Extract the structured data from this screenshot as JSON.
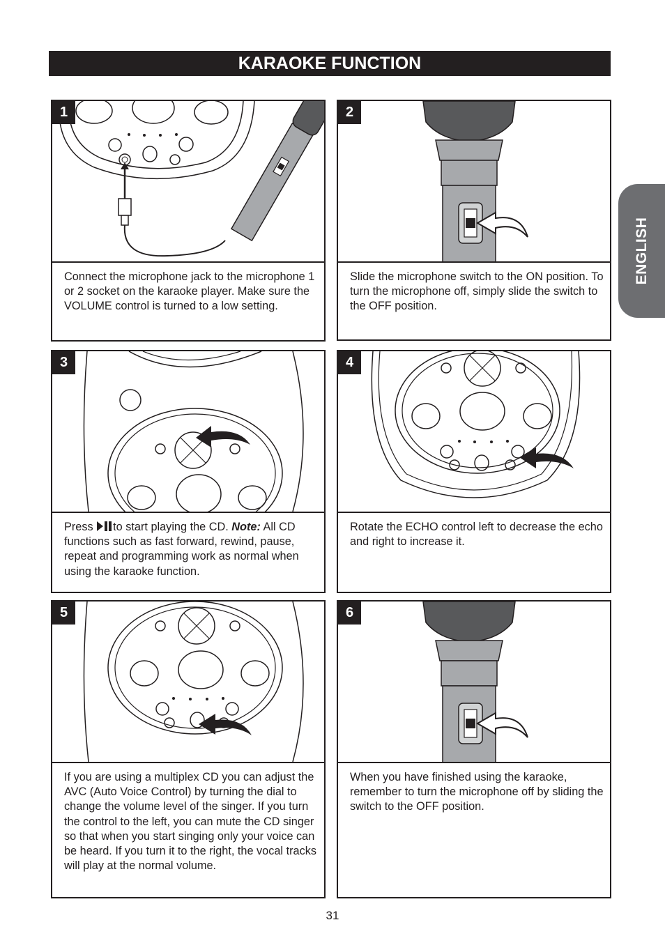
{
  "header": {
    "title": "KARAOKE FUNCTION"
  },
  "side_tab": {
    "label": "ENGLISH"
  },
  "steps": [
    {
      "number": "1",
      "text": "Connect the microphone jack to the microphone 1 or 2 socket on the karaoke player. Make sure the VOLUME control is turned to a low setting."
    },
    {
      "number": "2",
      "text": "Slide the microphone switch to the ON position. To turn the microphone off, simply slide the switch to the OFF position."
    },
    {
      "number": "3",
      "text_before": "Press",
      "text_middle": "to start playing the CD.",
      "note_label": "Note:",
      "text_after": "All CD functions such as fast forward, rewind, pause, repeat and programming work as normal when using the karaoke function."
    },
    {
      "number": "4",
      "text": "Rotate the ECHO control left to decrease the echo and right to increase it."
    },
    {
      "number": "5",
      "text": "If you are using a multiplex CD you can adjust the AVC (Auto Voice Control) by turning the dial to change the volume level of the singer. If you turn the control to the left, you can mute the CD singer so that when you start singing only your voice can be heard. If you turn it to the right, the vocal tracks will play at the normal volume."
    },
    {
      "number": "6",
      "text": "When you have finished using the karaoke, remember to turn the microphone off by sliding the switch to the OFF position."
    }
  ],
  "icons": {
    "step1": "karaoke-player-microphone-jack-illustration",
    "step2": "microphone-switch-on-illustration",
    "step3": "play-pause-button-illustration",
    "step4": "echo-control-illustration",
    "step5": "avc-control-illustration",
    "step6": "microphone-switch-off-illustration",
    "inline": "play-pause-icon"
  },
  "footer": {
    "page_number": "31"
  },
  "colors": {
    "dark": "#231f20",
    "tab_gray": "#6d6e71",
    "mic_gray": "#a7a9ac",
    "mic_head": "#58595b"
  }
}
